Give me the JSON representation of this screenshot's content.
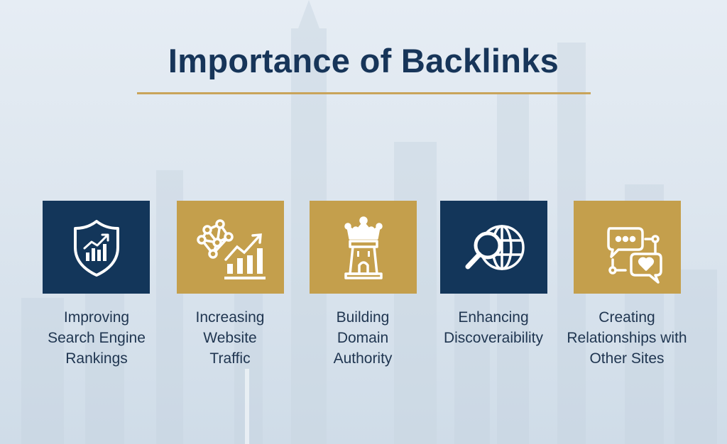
{
  "header": {
    "title": "Importance of Backlinks"
  },
  "colors": {
    "navy": "#13365a",
    "gold": "#c49f4c",
    "title_text": "#173559",
    "rule": "#c9a45a",
    "label_text": "#1f3550"
  },
  "cards": [
    {
      "icon": "shield-chart-icon",
      "tile_color": "navy",
      "label_lines": [
        "Improving",
        "Search Engine",
        "Rankings"
      ]
    },
    {
      "icon": "network-growth-chart-icon",
      "tile_color": "gold",
      "label_lines": [
        "Increasing",
        "Website",
        "Traffic"
      ]
    },
    {
      "icon": "crown-tower-icon",
      "tile_color": "gold",
      "label_lines": [
        "Building",
        "Domain",
        "Authority"
      ]
    },
    {
      "icon": "magnifier-globe-icon",
      "tile_color": "navy",
      "label_lines": [
        "Enhancing",
        "Discoveraibility"
      ]
    },
    {
      "icon": "chat-bubbles-connection-icon",
      "tile_color": "gold",
      "label_lines": [
        "Creating",
        "Relationships with",
        "Other Sites"
      ]
    }
  ]
}
